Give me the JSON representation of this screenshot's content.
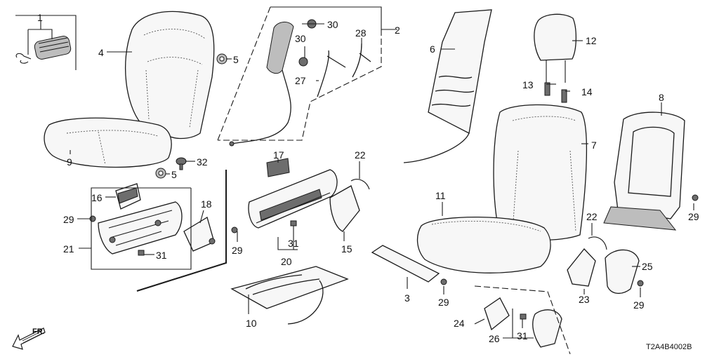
{
  "labels": {
    "p1": "1",
    "p2": "2",
    "p3": "3",
    "p4": "4",
    "p5a": "5",
    "p5b": "5",
    "p6": "6",
    "p7": "7",
    "p8": "8",
    "p9": "9",
    "p10": "10",
    "p11": "11",
    "p12": "12",
    "p13": "13",
    "p14": "14",
    "p15": "15",
    "p16": "16",
    "p17": "17",
    "p18": "18",
    "p20": "20",
    "p21": "21",
    "p22a": "22",
    "p22b": "22",
    "p23": "23",
    "p24": "24",
    "p25": "25",
    "p26": "26",
    "p27": "27",
    "p28": "28",
    "p29a": "29",
    "p29b": "29",
    "p29c": "29",
    "p29d": "29",
    "p29e": "29",
    "p30a": "30",
    "p30b": "30",
    "p31a": "31",
    "p31b": "31",
    "p31c": "31",
    "p32": "32"
  },
  "direction_label": "FR.",
  "diagram_code": "T2A4B4002B"
}
